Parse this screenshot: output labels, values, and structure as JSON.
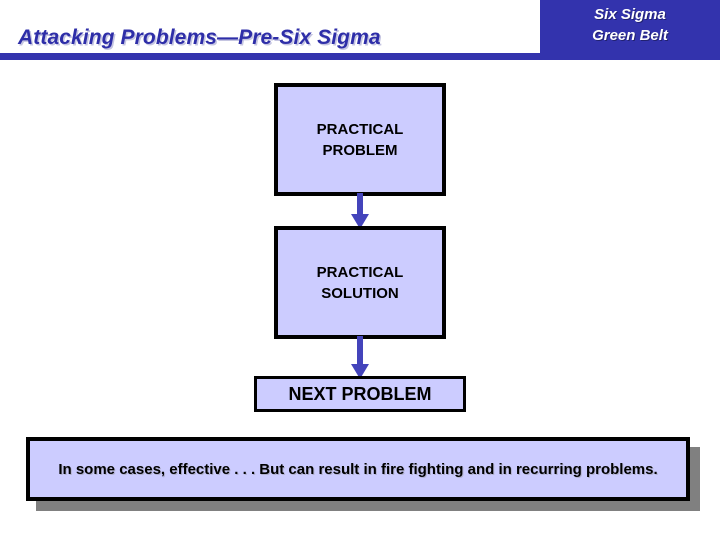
{
  "header": {
    "title": "Attacking Problems—Pre-Six Sigma",
    "band_line1": "Six Sigma",
    "band_line2": "Green Belt",
    "band_color": "#3333AD",
    "title_color": "#2E2EA8"
  },
  "flow": {
    "box_fill": "#CCCCFF",
    "box_border": "#000000",
    "arrow_color": "#4444BB",
    "nodes": [
      {
        "id": "practical-problem",
        "line1": "PRACTICAL",
        "line2": "PROBLEM"
      },
      {
        "id": "practical-solution",
        "line1": "PRACTICAL",
        "line2": "SOLUTION"
      },
      {
        "id": "next-problem",
        "line1": "NEXT PROBLEM"
      }
    ],
    "connectors": [
      {
        "id": "problem-to-solution",
        "icon": "down-arrow-icon"
      },
      {
        "id": "solution-to-next",
        "icon": "down-arrow-icon"
      }
    ]
  },
  "caption": {
    "line1": "In some cases, effective . . . But can result in fire fighting and in",
    "line2": "recurring problems.",
    "fill": "#CCCCFF",
    "shadow": "#808080"
  }
}
